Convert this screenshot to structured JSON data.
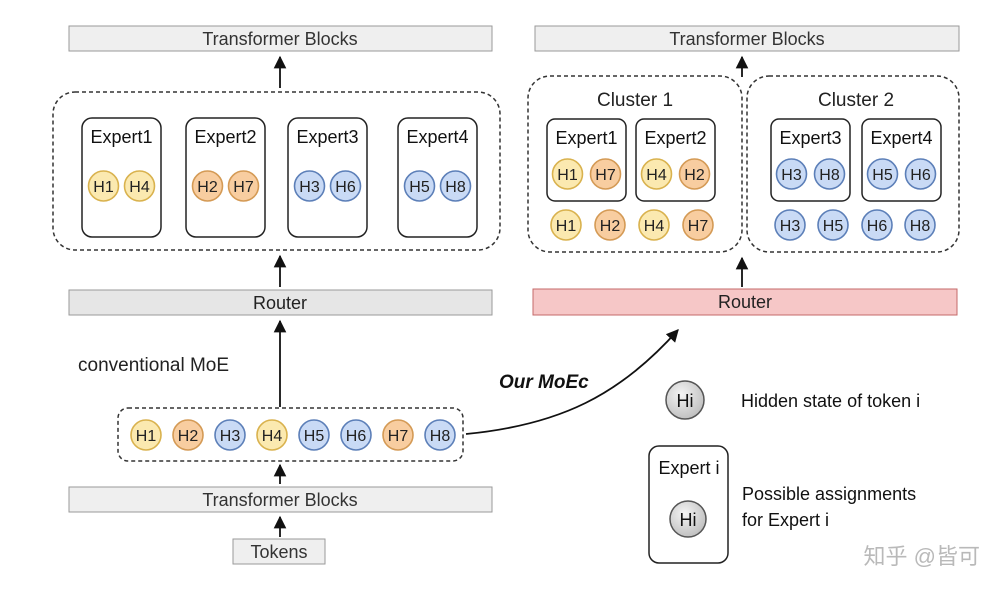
{
  "left": {
    "top_block": "Transformer Blocks",
    "router": "Router",
    "bottom_block": "Transformer Blocks",
    "tokens": "Tokens",
    "caption": "conventional MoE",
    "experts": [
      {
        "label": "Expert1",
        "tokens": [
          {
            "t": "H1",
            "c": "y"
          },
          {
            "t": "H4",
            "c": "y"
          }
        ]
      },
      {
        "label": "Expert2",
        "tokens": [
          {
            "t": "H2",
            "c": "o"
          },
          {
            "t": "H7",
            "c": "o"
          }
        ]
      },
      {
        "label": "Expert3",
        "tokens": [
          {
            "t": "H3",
            "c": "b"
          },
          {
            "t": "H6",
            "c": "b"
          }
        ]
      },
      {
        "label": "Expert4",
        "tokens": [
          {
            "t": "H5",
            "c": "b"
          },
          {
            "t": "H8",
            "c": "b"
          }
        ]
      }
    ],
    "sequence": [
      {
        "t": "H1",
        "c": "y"
      },
      {
        "t": "H2",
        "c": "o"
      },
      {
        "t": "H3",
        "c": "b"
      },
      {
        "t": "H4",
        "c": "y"
      },
      {
        "t": "H5",
        "c": "b"
      },
      {
        "t": "H6",
        "c": "b"
      },
      {
        "t": "H7",
        "c": "o"
      },
      {
        "t": "H8",
        "c": "b"
      }
    ]
  },
  "right": {
    "top_block": "Transformer Blocks",
    "router": "Router",
    "arrow_label": "Our MoEc",
    "clusters": [
      {
        "label": "Cluster 1",
        "experts": [
          {
            "label": "Expert1",
            "tokens": [
              {
                "t": "H1",
                "c": "y"
              },
              {
                "t": "H7",
                "c": "o"
              }
            ]
          },
          {
            "label": "Expert2",
            "tokens": [
              {
                "t": "H4",
                "c": "y"
              },
              {
                "t": "H2",
                "c": "o"
              }
            ]
          }
        ],
        "pool": [
          {
            "t": "H1",
            "c": "y"
          },
          {
            "t": "H2",
            "c": "o"
          },
          {
            "t": "H4",
            "c": "y"
          },
          {
            "t": "H7",
            "c": "o"
          }
        ]
      },
      {
        "label": "Cluster 2",
        "experts": [
          {
            "label": "Expert3",
            "tokens": [
              {
                "t": "H3",
                "c": "b"
              },
              {
                "t": "H8",
                "c": "b"
              }
            ]
          },
          {
            "label": "Expert4",
            "tokens": [
              {
                "t": "H5",
                "c": "b"
              },
              {
                "t": "H6",
                "c": "b"
              }
            ]
          }
        ],
        "pool": [
          {
            "t": "H3",
            "c": "b"
          },
          {
            "t": "H5",
            "c": "b"
          },
          {
            "t": "H6",
            "c": "b"
          },
          {
            "t": "H8",
            "c": "b"
          }
        ]
      }
    ]
  },
  "legend": {
    "token_symbol": "Hi",
    "token_desc": "Hidden state of token i",
    "expert_symbol": "Expert i",
    "expert_desc_line1": "Possible assignments",
    "expert_desc_line2": "for Expert i"
  },
  "watermark": "知乎 @皆可",
  "colors": {
    "yellow_fill": "#fbe9b0",
    "yellow_stroke": "#d9b24e",
    "orange_fill": "#f8cda0",
    "orange_stroke": "#d49a55",
    "blue_fill": "#c9daf5",
    "blue_stroke": "#5c7fb8",
    "gray_fill": "#d9d9d9",
    "gray_stroke": "#666666",
    "block_fill": "#efefef",
    "router_fill": "#e6e6e6",
    "router_highlight_fill": "#f6c7c7",
    "router_highlight_stroke": "#c46a6a"
  }
}
